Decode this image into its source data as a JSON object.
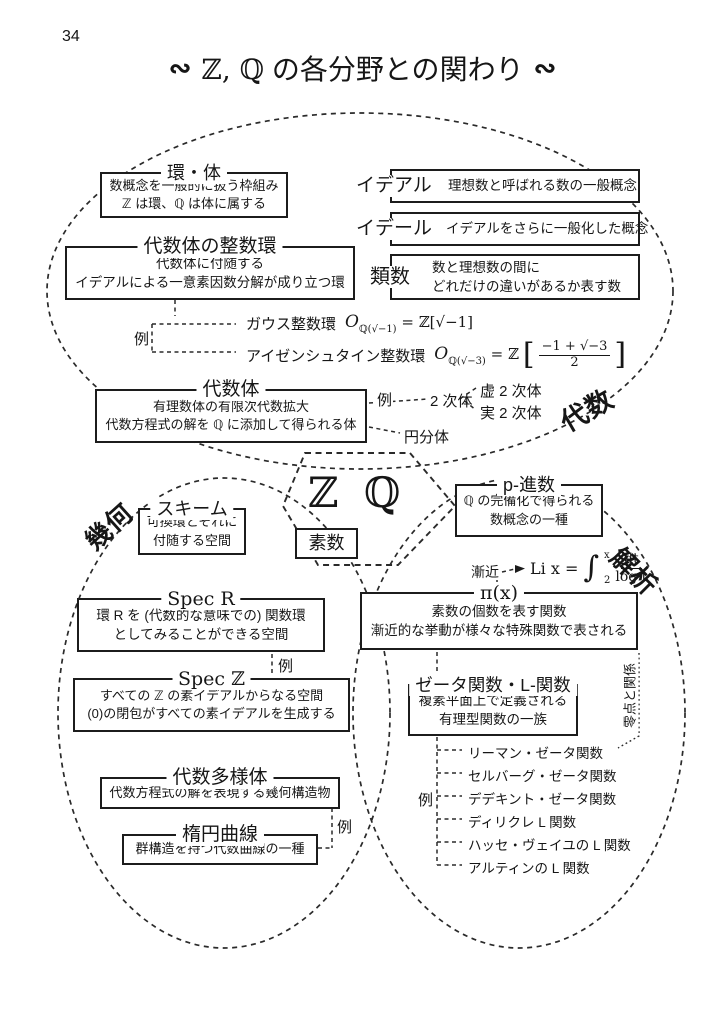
{
  "page": {
    "number": "34",
    "ornament": "∾",
    "title_zq": "ℤ, ℚ",
    "title_rest": " の各分野との関わり"
  },
  "algebra": {
    "region_label": "代数",
    "ring_field": {
      "title": "環・体",
      "line1": "数概念を一般的に扱う枠組み",
      "line2": "ℤ は環、ℚ は体に属する"
    },
    "ideal": {
      "label": "イデアル",
      "desc": "理想数と呼ばれる数の一般概念"
    },
    "idele": {
      "label": "イデール",
      "desc": "イデアルをさらに一般化した概念"
    },
    "class_number": {
      "label": "類数",
      "line1": "数と理想数の間に",
      "line2": "どれだけの違いがあるか表す数"
    },
    "integer_ring": {
      "title": "代数体の整数環",
      "line1": "代数体に付随する",
      "line2": "イデアルによる一意素因数分解が成り立つ環"
    },
    "example_label": "例",
    "gauss": {
      "name": "ガウス整数環",
      "o": "O",
      "sub": "ℚ(√−1)",
      "eq": "= ℤ[√−1]"
    },
    "eisenstein": {
      "name": "アイゼンシュタイン整数環",
      "o": "O",
      "sub": "ℚ(√−3)",
      "eq": "= ℤ",
      "lbracket": "[",
      "frac_num": "−1 + √−3",
      "frac_den": "2",
      "rbracket": "]"
    },
    "number_field": {
      "title": "代数体",
      "line1": "有理数体の有限次代数拡大",
      "line2": "代数方程式の解を ℚ に添加して得られる体"
    },
    "example2_label": "例",
    "quadratic": "2 次体",
    "imaginary_quadratic": "虚 2 次体",
    "real_quadratic": "実 2 次体",
    "cyclotomic": "円分体"
  },
  "center": {
    "zq": "ℤ ℚ",
    "prime": "素数"
  },
  "geometry": {
    "region_label": "幾何",
    "scheme": {
      "title": "スキーム",
      "line1": "可換環とそれに",
      "line2": "付随する空間"
    },
    "spec_r": {
      "title": "Spec R",
      "line1": "環 R を (代数的な意味での) 関数環",
      "line2": "としてみることができる空間"
    },
    "example_label": "例",
    "spec_z": {
      "title": "Spec ℤ",
      "line1": "すべての ℤ の素イデアルからなる空間",
      "line2": "(0)の閉包がすべての素イデアルを生成する"
    },
    "variety": {
      "title": "代数多様体",
      "line1": "代数方程式の解を表現する幾何構造物"
    },
    "example2_label": "例",
    "elliptic": {
      "title": "楕円曲線",
      "line1": "群構造を持つ代数曲線の一種"
    }
  },
  "analysis": {
    "region_label": "解析",
    "padic": {
      "title": "p-進数",
      "line1": "ℚ の完備化で得られる",
      "line2": "数概念の一種"
    },
    "asymptotic_label": "漸近",
    "li": {
      "lhs": "Li x =",
      "integral": "∫",
      "upper": "x",
      "lower": "2",
      "num": "dt",
      "den": "log t"
    },
    "pi_x": {
      "title": "π(x)",
      "line1": "素数の個数を表す関数",
      "line2": "漸近的な挙動が様々な特殊関数で表される"
    },
    "zeros_label": "零点と関係",
    "zeta": {
      "title": "ゼータ関数・L-関数",
      "line1": "複素平面上で定義される",
      "line2": "有理型関数の一族"
    },
    "example_label": "例",
    "examples": [
      "リーマン・ゼータ関数",
      "セルバーグ・ゼータ関数",
      "デデキント・ゼータ関数",
      "ディリクレ L 関数",
      "ハッセ・ヴェイユの L 関数",
      "アルティンの L 関数"
    ]
  }
}
